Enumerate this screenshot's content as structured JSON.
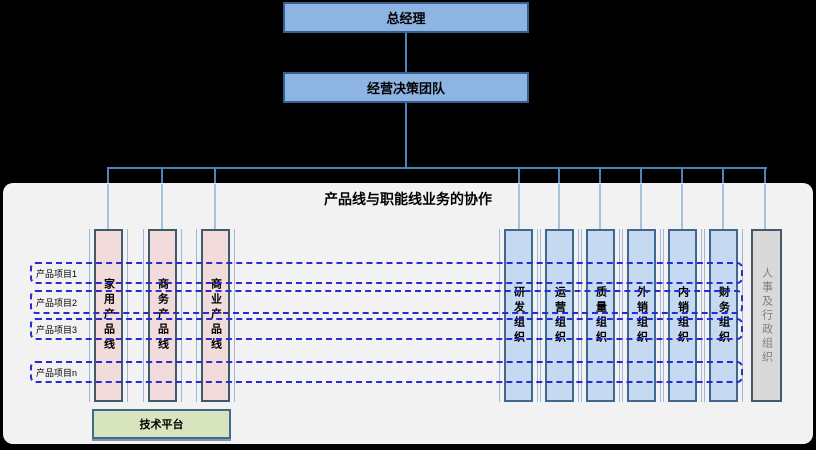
{
  "org": {
    "general_manager": "总经理",
    "decision_team": "经营决策团队"
  },
  "container": {
    "title": "产品线与职能线业务的协作",
    "background": "#f2f2f2"
  },
  "product_columns": [
    {
      "label": "家用产品线"
    },
    {
      "label": "商务产品线"
    },
    {
      "label": "商业产品线"
    }
  ],
  "function_columns": [
    {
      "label": "研发组织"
    },
    {
      "label": "运营组织"
    },
    {
      "label": "质量组织"
    },
    {
      "label": "外销组织"
    },
    {
      "label": "内销组织"
    },
    {
      "label": "财务组织"
    }
  ],
  "admin_column": {
    "label": "人事及行政组织"
  },
  "project_bands": [
    {
      "label": "产品项目1"
    },
    {
      "label": "产品项目2"
    },
    {
      "label": "产品项目3"
    },
    {
      "label": "产品项目n"
    }
  ],
  "platform": {
    "label": "技术平台"
  },
  "colors": {
    "page_background": "#000000",
    "org_box_fill": "#8db4e2",
    "org_box_border": "#365f91",
    "product_fill": "#f2dcdb",
    "product_border": "#3e5a6b",
    "function_fill": "#c5d9f1",
    "function_border": "#41678e",
    "admin_fill": "#d9d9d9",
    "admin_text": "#7f7f7f",
    "platform_fill": "#d7e4bd",
    "platform_border": "#406a87",
    "dashed_band": "#2a2ad0",
    "connector": "#4f81bd",
    "connector_light": "#a9c2de"
  }
}
